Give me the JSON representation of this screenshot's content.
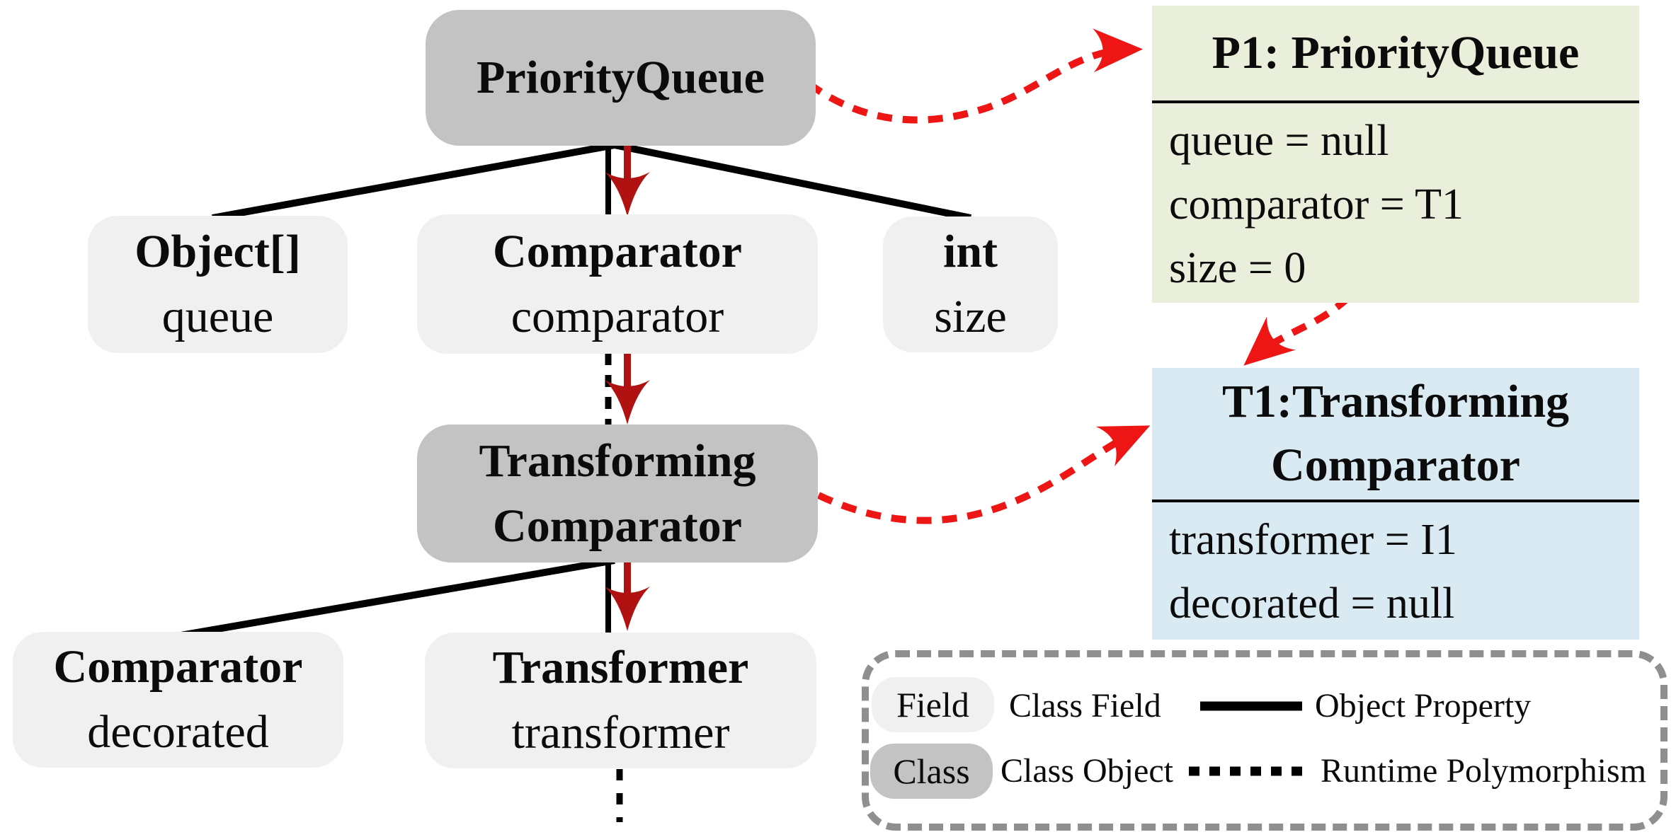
{
  "tree": {
    "priority_queue": {
      "label": "PriorityQueue"
    },
    "transforming_comparator": {
      "line1": "Transforming",
      "line2": "Comparator"
    },
    "fields": [
      {
        "type": "Object[]",
        "name": "queue"
      },
      {
        "type": "Comparator",
        "name": "comparator"
      },
      {
        "type": "int",
        "name": "size"
      },
      {
        "type": "Comparator",
        "name": "decorated"
      },
      {
        "type": "Transformer",
        "name": "transformer"
      }
    ]
  },
  "instances": {
    "p1": {
      "title": "P1: PriorityQueue",
      "fields": [
        "queue = null",
        "comparator = T1",
        "size = 0"
      ]
    },
    "t1": {
      "title_line1": "T1:Transforming",
      "title_line2": "Comparator",
      "fields": [
        "transformer = I1",
        "decorated = null"
      ]
    }
  },
  "legend": {
    "field_sample": "Field",
    "field_meaning": "Class Field",
    "class_sample": "Class",
    "class_meaning": "Class Object",
    "solid_line_meaning": "Object Property",
    "dashed_line_meaning": "Runtime Polymorphism"
  },
  "colors": {
    "class_object_fill": "#c3c3c3",
    "class_field_fill": "#f0f0f0",
    "p1_instance_fill": "#e9efda",
    "t1_instance_fill": "#d9eaf3",
    "edge_black": "#000000",
    "flow_arrow_dark_red": "#b01111",
    "reference_arrow_red": "#ee1515",
    "legend_border_gray": "#8f8f8f"
  }
}
